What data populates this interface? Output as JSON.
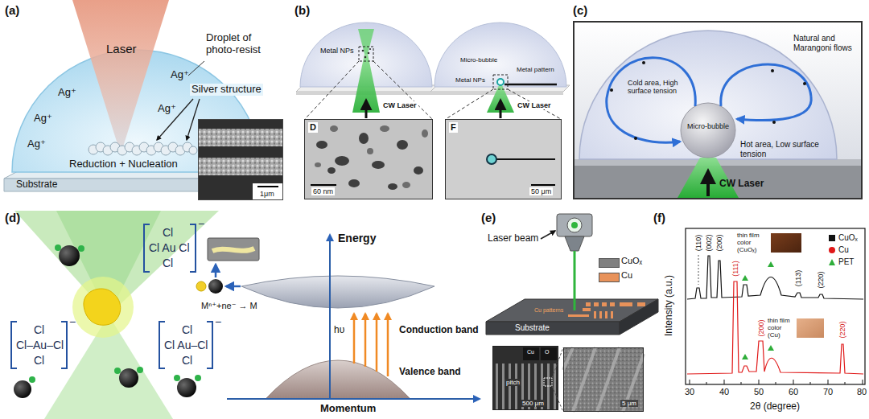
{
  "diagram": {
    "nodes": [
      {
        "text": [
          "1μm"
        ]
      },
      {
        "text": [
          "D",
          "60 nm"
        ]
      },
      {
        "text": [
          "F",
          "50 μm"
        ]
      },
      {
        "text": [
          "Natural and Marangoni flows",
          "Cold area, High surface tension",
          "Micro-bubble",
          "Hot area, Low surface tension",
          "CW Laser"
        ]
      },
      {
        "text": [
          "Cu",
          "O",
          "pitch",
          "500 μm"
        ]
      },
      {
        "text": [
          "5 μm"
        ]
      }
    ],
    "labels": [
      "(a)",
      "Laser",
      "Droplet of photo-resist",
      "Ag⁺",
      "Ag⁺",
      "Ag⁺",
      "Ag⁺",
      "Ag⁺",
      "Silver structure",
      "Reduction + Nucleation",
      "Substrate",
      "(b)",
      "Metal NPs",
      "CW Laser",
      "Micro-bubble",
      "Metal NPs",
      "Metal pattern",
      "CW Laser",
      "(c)",
      "(d)",
      "Cl",
      "Cl Au Cl",
      "Cl",
      "−",
      "Cl",
      "Cl–Au–Cl",
      "Cl",
      "−",
      "Cl",
      "Cl Au–Cl",
      "Cl",
      "−",
      "Energy",
      "Conduction band",
      "Valence band",
      "Momentum",
      "hυ",
      "Mⁿ⁺+ne⁻ → M",
      "(e)",
      "Laser beam",
      "Cu patterns",
      "Substrate",
      "(f)",
      "Intensity (a.u.)",
      "2θ (degree)",
      "30",
      "40",
      "50",
      "60",
      "70",
      "80",
      "(110)",
      "(002)",
      "(200)",
      "(113)",
      "(220)",
      "(111)",
      "(200)",
      "(220)",
      "thin film color (CuOₓ)",
      "thin film color (Cu)"
    ],
    "legend": [
      {
        "text": "CuOₓ",
        "color": "#808080"
      },
      {
        "text": "Cu",
        "color": "#e8925a"
      },
      {
        "text": "CuOₓ"
      },
      {
        "text": "Cu"
      },
      {
        "text": "PET"
      }
    ]
  }
}
